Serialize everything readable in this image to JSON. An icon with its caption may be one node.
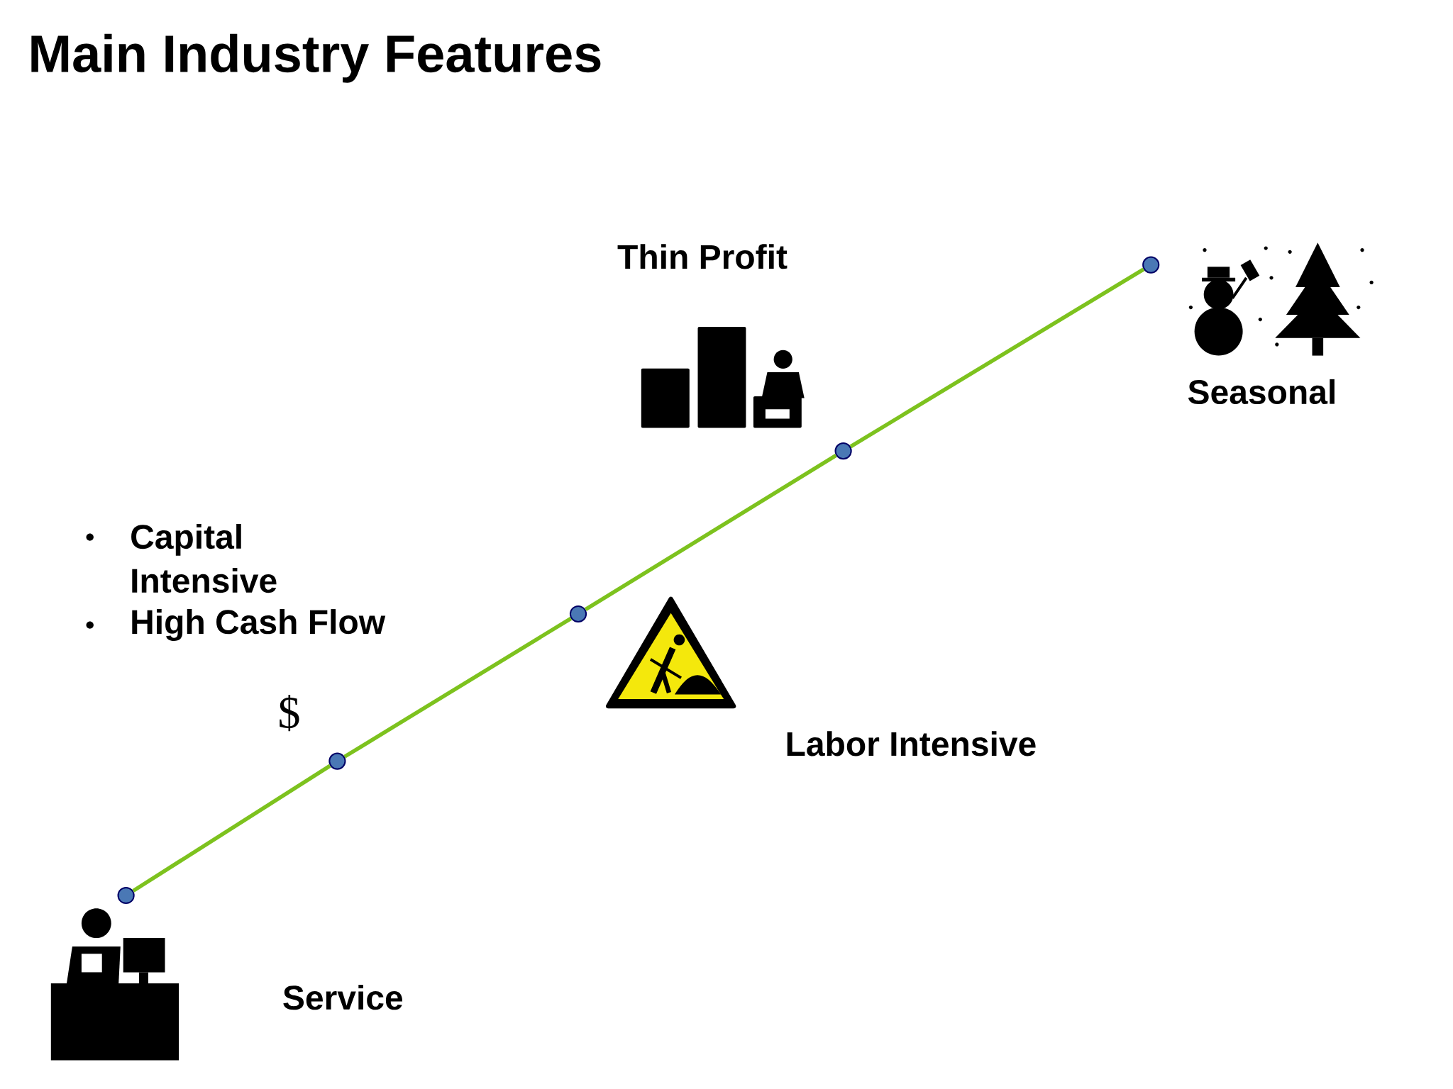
{
  "diagram": {
    "title": "Main Industry Features",
    "nodes": [
      {
        "text": [],
        "shape": "circle"
      },
      {
        "text": [],
        "shape": "circle"
      },
      {
        "text": [],
        "shape": "circle"
      },
      {
        "text": [],
        "shape": "circle"
      },
      {
        "text": [],
        "shape": "circle"
      }
    ],
    "edges": [
      {
        "from": 0,
        "to": 1,
        "arrow": "none"
      },
      {
        "from": 1,
        "to": 2,
        "arrow": "none"
      },
      {
        "from": 2,
        "to": 3,
        "arrow": "none"
      },
      {
        "from": 3,
        "to": 4,
        "arrow": "none"
      }
    ],
    "labels": [
      "Thin Profit",
      "Seasonal",
      "Capital Intensive",
      "High Cash Flow",
      "$",
      "Labor Intensive",
      "Service"
    ]
  }
}
